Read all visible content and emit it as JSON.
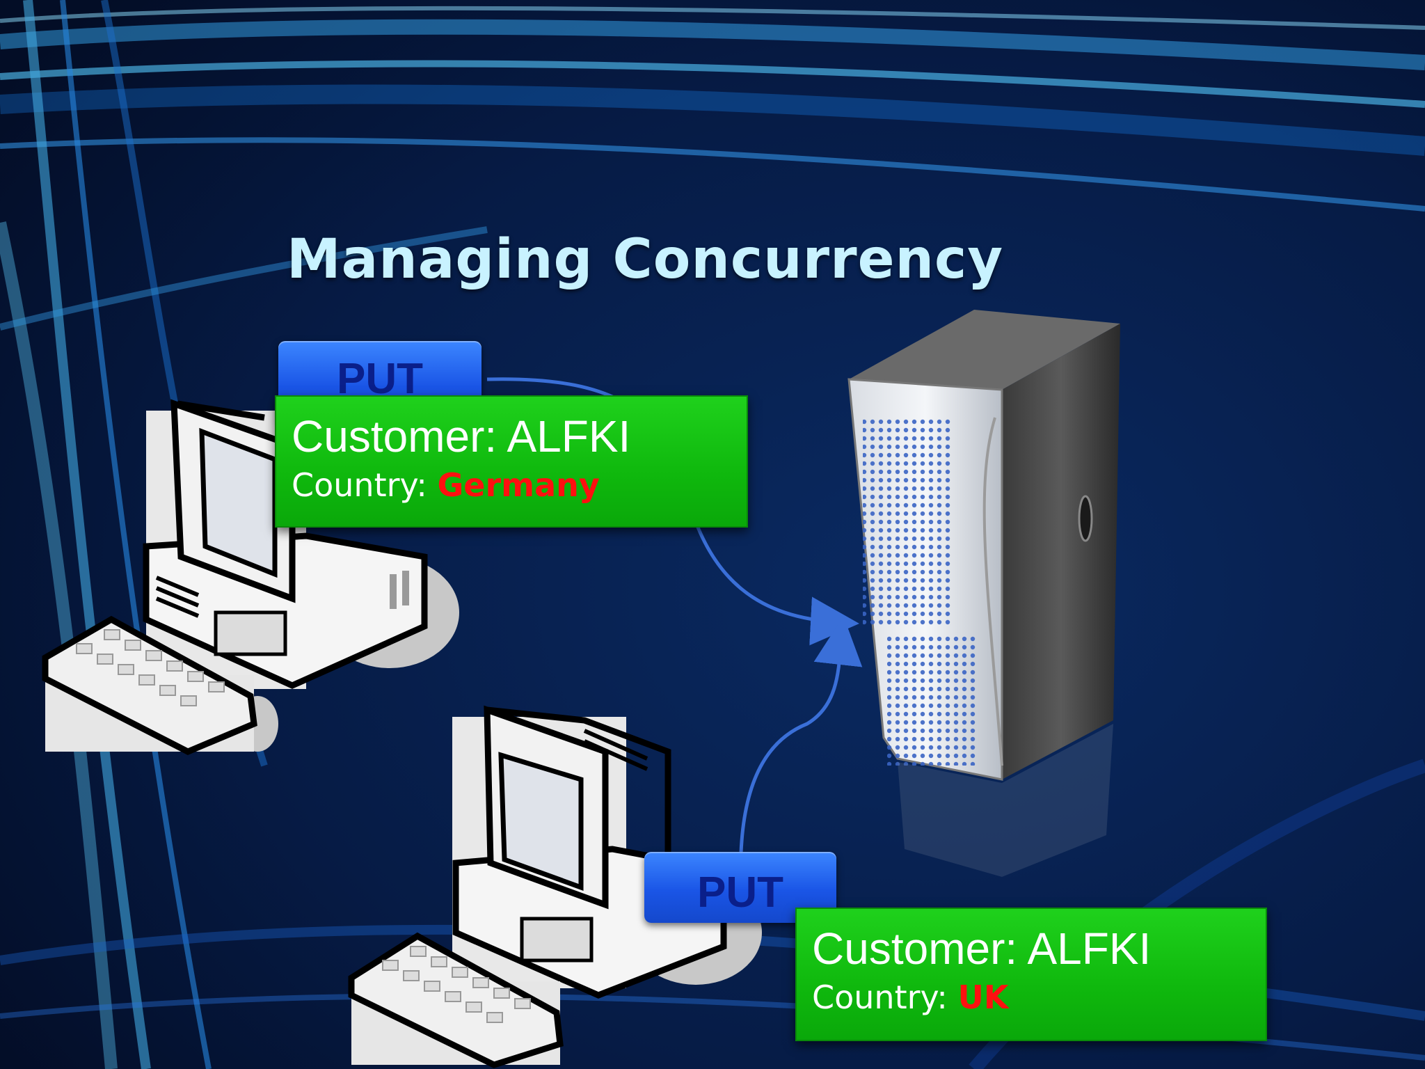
{
  "slide": {
    "title": "Managing Concurrency"
  },
  "requests": [
    {
      "method": "PUT",
      "customer_label": "Customer: ALFKI",
      "country_label": "Country: ",
      "country_value": "Germany"
    },
    {
      "method": "PUT",
      "customer_label": "Customer: ALFKI",
      "country_label": "Country: ",
      "country_value": "UK"
    }
  ],
  "colors": {
    "background": "#041230",
    "title": "#c8f2ff",
    "put_button": "#1a55e6",
    "put_text": "#0a1f8a",
    "card": "#12c011",
    "conflict_value": "#ff1010",
    "arrow": "#3a6fd8"
  },
  "icons": [
    "desktop-computer-icon",
    "keyboard-icon",
    "server-tower-icon"
  ]
}
